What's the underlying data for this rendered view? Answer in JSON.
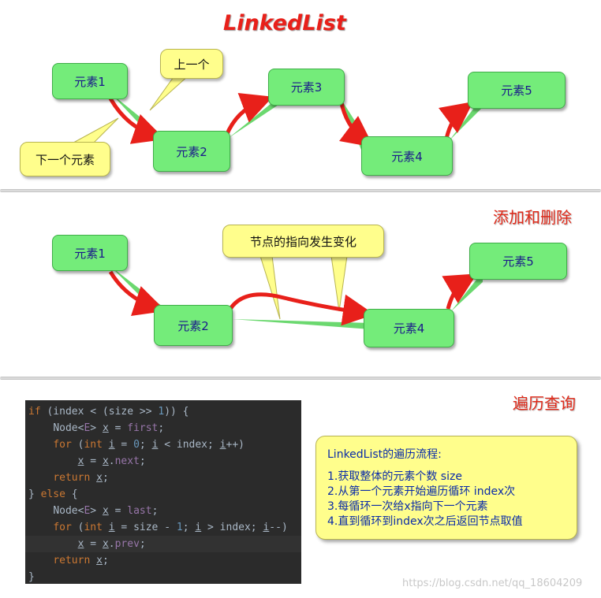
{
  "title": "LinkedList",
  "sections": {
    "add_delete": "添加和删除",
    "traverse": "遍历查询"
  },
  "diagram1": {
    "nodes": [
      "元素1",
      "元素2",
      "元素3",
      "元素4",
      "元素5"
    ],
    "callouts": {
      "prev": "上一个",
      "next": "下一个元素"
    }
  },
  "diagram2": {
    "nodes": [
      "元素1",
      "元素2",
      "元素4",
      "元素5"
    ],
    "callout": "节点的指向发生变化"
  },
  "code": {
    "l1_kw": "if",
    "l1_a": " (index < (size >> ",
    "l1_num": "1",
    "l1_b": ")) {",
    "l2_ty": "Node<",
    "l2_gen": "E",
    "l2_ty2": "> ",
    "l2_var": "x",
    "l2_rest": " = ",
    "l2_field": "first",
    "l2_end": ";",
    "l3_kw": "for",
    "l3_a": " (",
    "l3_kw2": "int",
    "l3_b": " ",
    "l3_var": "i",
    "l3_c": " = ",
    "l3_num": "0",
    "l3_d": "; ",
    "l3_var2": "i",
    "l3_e": " < index; ",
    "l3_var3": "i",
    "l3_f": "++)",
    "l4_var": "x",
    "l4_a": " = ",
    "l4_var2": "x",
    "l4_b": ".",
    "l4_field": "next",
    "l4_c": ";",
    "l5_kw": "return",
    "l5_a": " ",
    "l5_var": "x",
    "l5_b": ";",
    "l6_a": "} ",
    "l6_kw": "else",
    "l6_b": " {",
    "l7_ty": "Node<",
    "l7_gen": "E",
    "l7_ty2": "> ",
    "l7_var": "x",
    "l7_rest": " = ",
    "l7_field": "last",
    "l7_end": ";",
    "l8_kw": "for",
    "l8_a": " (",
    "l8_kw2": "int",
    "l8_b": " ",
    "l8_var": "i",
    "l8_c": " = size - ",
    "l8_num": "1",
    "l8_d": "; ",
    "l8_var2": "i",
    "l8_e": " > index; ",
    "l8_var3": "i",
    "l8_f": "--)",
    "l9_var": "x",
    "l9_a": " = ",
    "l9_var2": "x",
    "l9_b": ".",
    "l9_field": "prev",
    "l9_c": ";",
    "l10_kw": "return",
    "l10_a": " ",
    "l10_var": "x",
    "l10_b": ";",
    "l11": "}"
  },
  "info": {
    "title": "LinkedList的遍历流程:",
    "steps": [
      "1.获取整体的元素个数 size",
      "2.从第一个元素开始遍历循环 index次",
      "3.每循环一次给x指向下一个元素",
      "4.直到循环到index次之后返回节点取值"
    ]
  },
  "watermark": "https://blog.csdn.net/qq_18604209"
}
